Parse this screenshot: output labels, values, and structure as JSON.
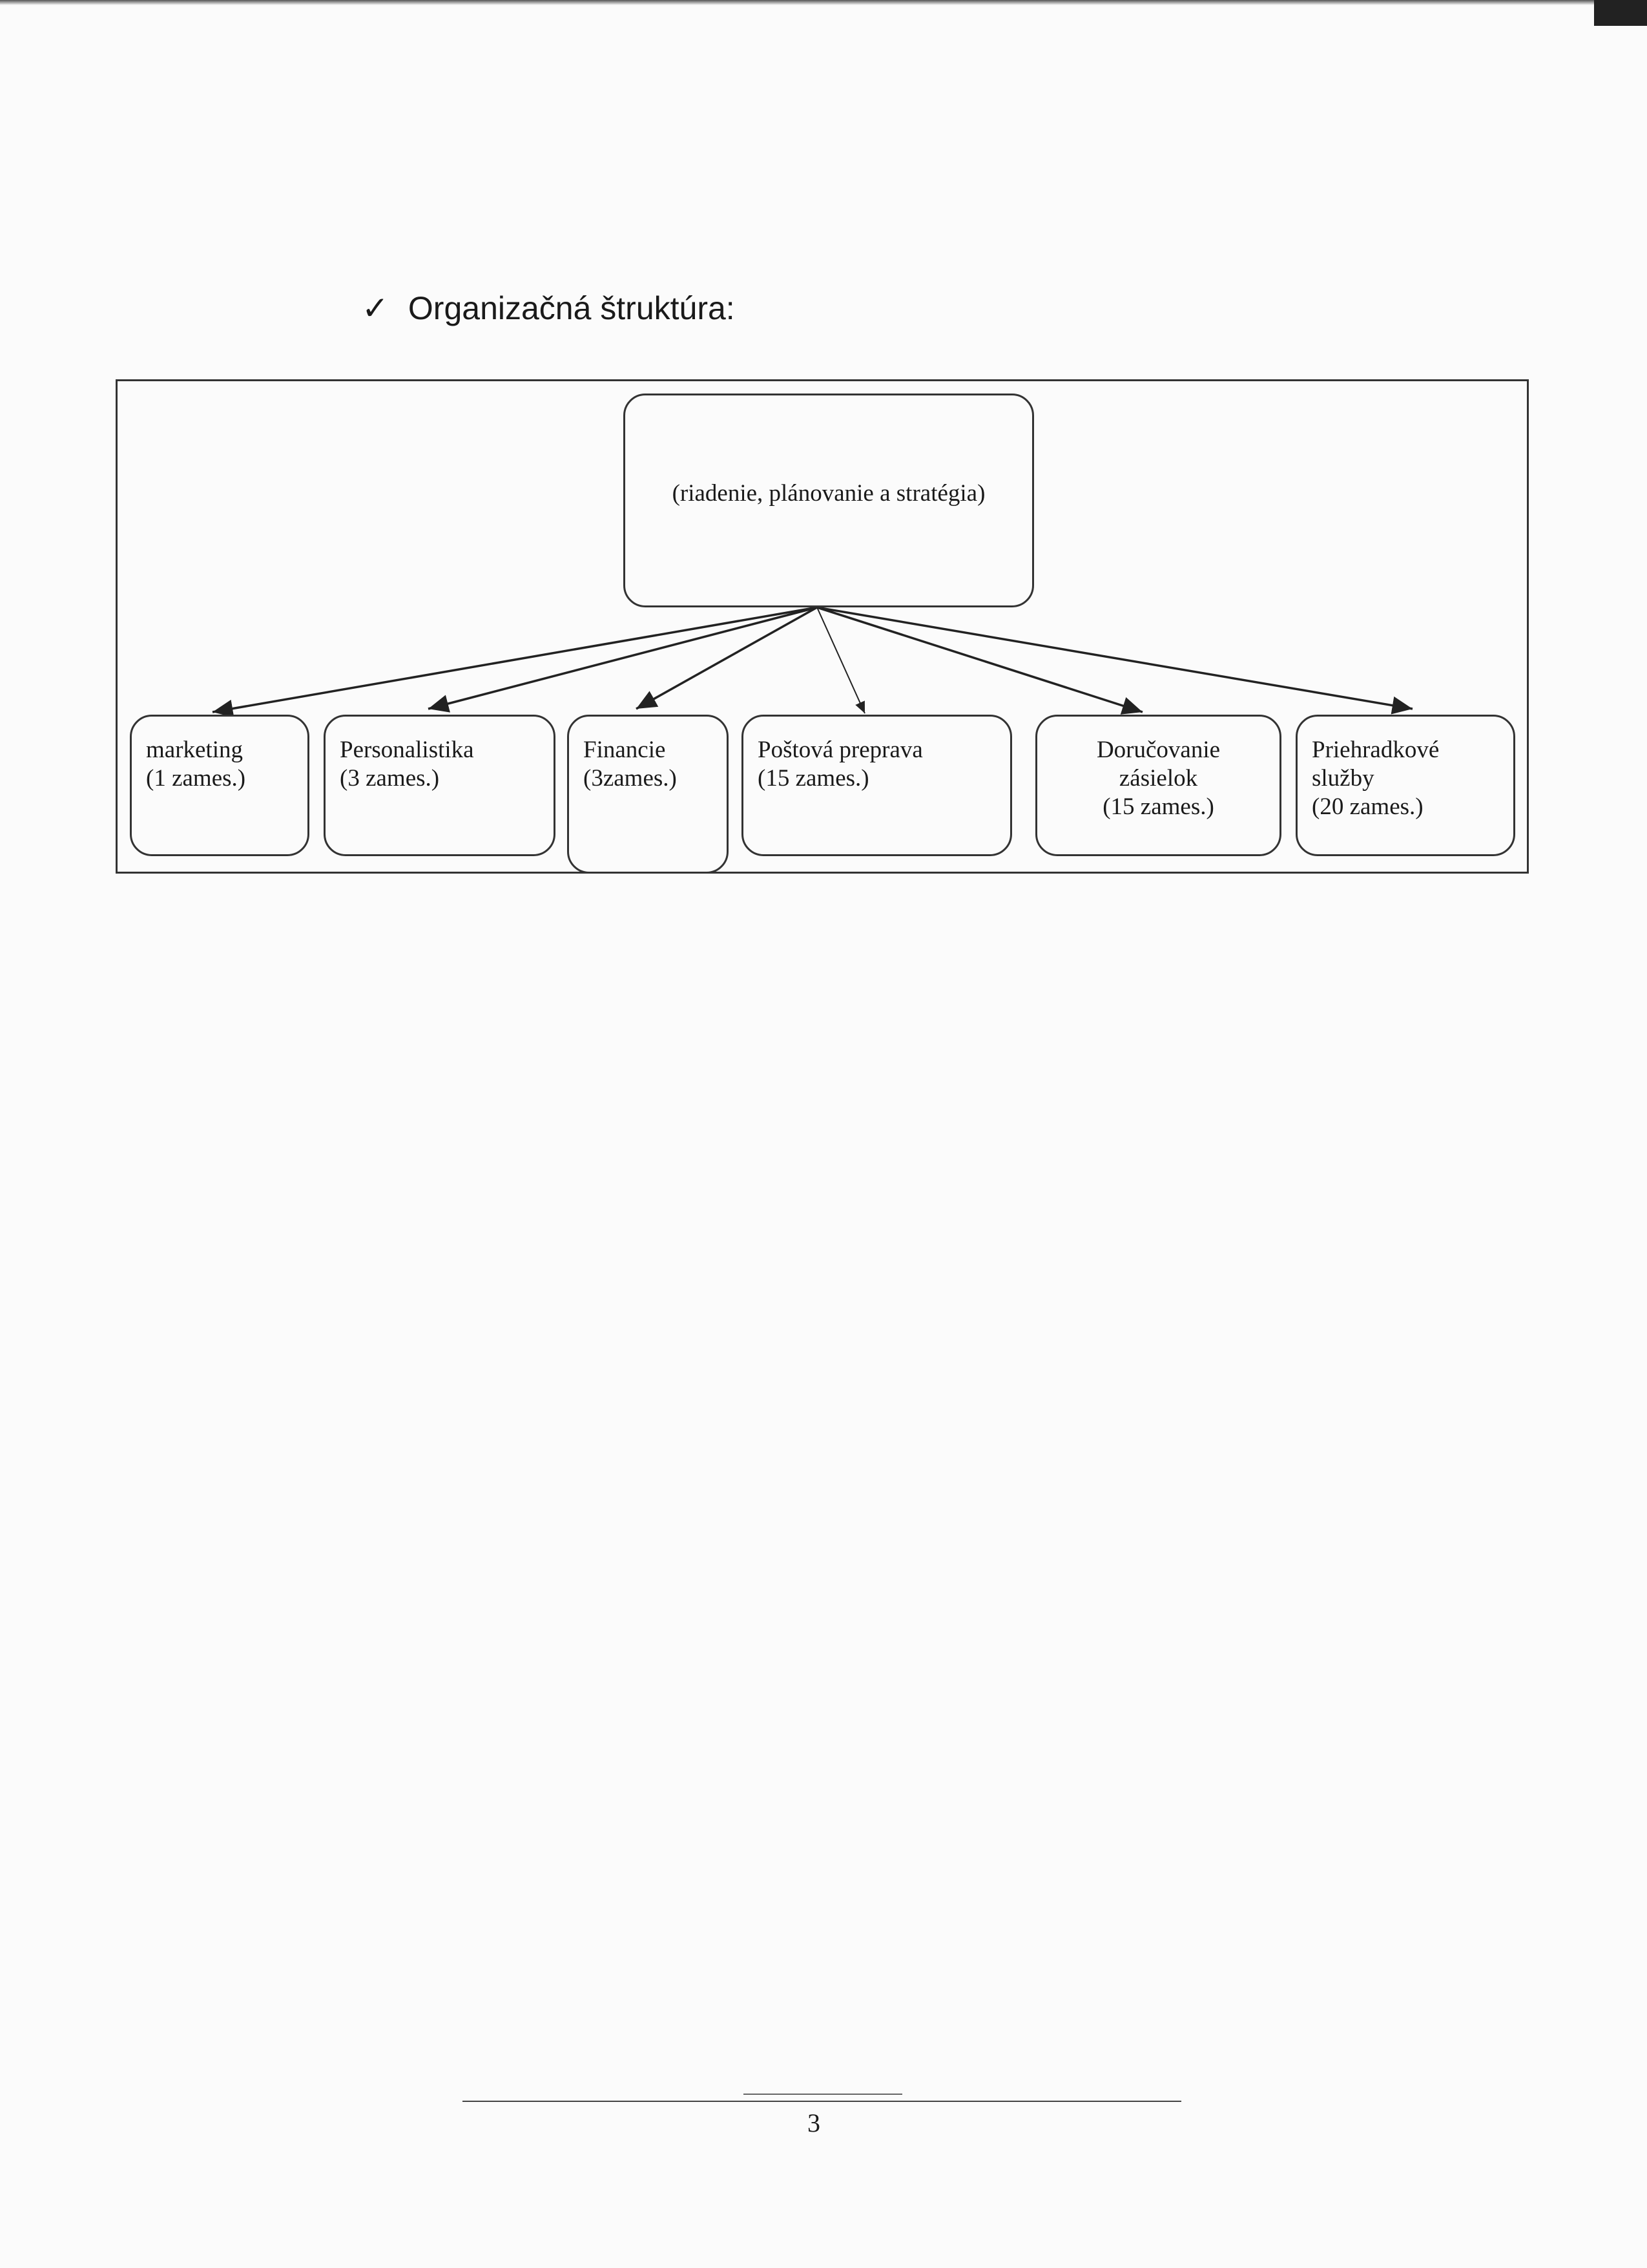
{
  "heading": {
    "icon": "checkmark-icon",
    "check": "✓",
    "text": "Organizačná štruktúra:"
  },
  "org_chart": {
    "root": {
      "label": "(riadenie, plánovanie a stratégia)"
    },
    "departments": [
      {
        "name": "marketing",
        "staff": "(1 zames.)"
      },
      {
        "name": "Personalistika",
        "staff": "(3 zames.)"
      },
      {
        "name": "Financie",
        "staff": "(3zames.)"
      },
      {
        "name": "Poštová preprava",
        "staff": "(15 zames.)"
      },
      {
        "name": "Doručovanie zásielok",
        "staff": "(15 zames.)"
      },
      {
        "name": "Priehradkové služby",
        "staff": "(20 zames.)"
      }
    ]
  },
  "footer": {
    "page_number": "3"
  }
}
